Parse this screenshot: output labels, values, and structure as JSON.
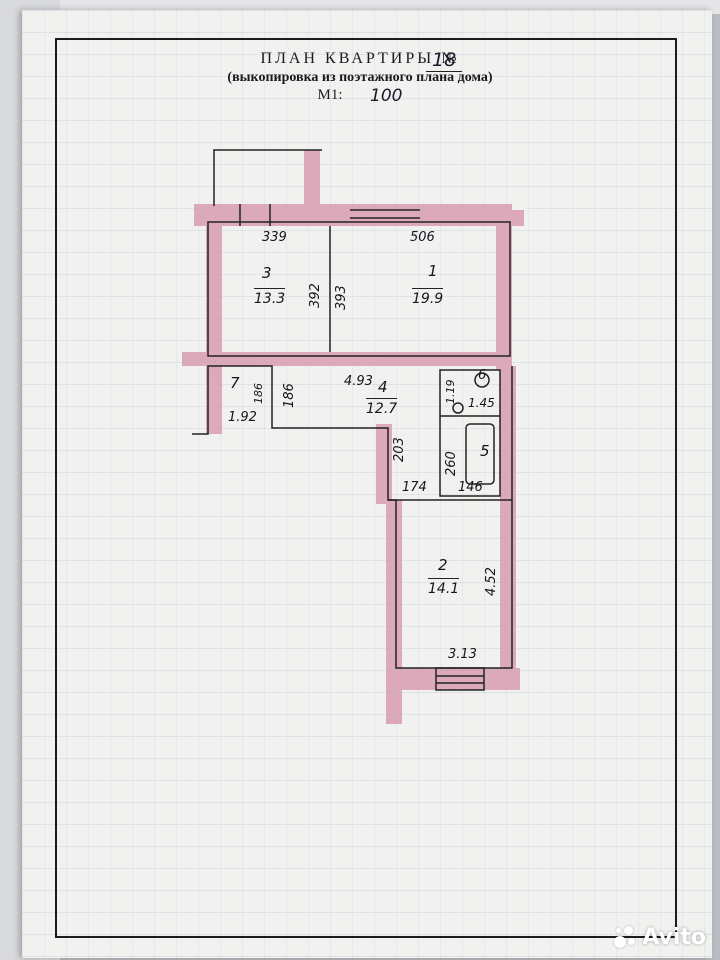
{
  "header": {
    "title": "ПЛАН КВАРТИРЫ №",
    "flat_number": "18",
    "subtitle": "(выкопировка из поэтажного плана дома)",
    "scale_prefix": "М1:",
    "scale_value": "100"
  },
  "rooms": [
    {
      "number": "1",
      "area": "19.9"
    },
    {
      "number": "2",
      "area": "14.1"
    },
    {
      "number": "3",
      "area": "13.3"
    },
    {
      "number": "4",
      "area": "12.7"
    },
    {
      "number": "5",
      "area": ""
    },
    {
      "number": "6",
      "area": ""
    },
    {
      "number": "7",
      "area": ""
    }
  ],
  "dimensions": {
    "room3_width": "339",
    "room1_width": "506",
    "room3_depth": "392",
    "room1_depth": "393",
    "hall_length": "4.93",
    "room7_a": "186",
    "room7_b": "186",
    "room7_width": "1.92",
    "corridor_depth": "203",
    "corridor_width": "174",
    "bath_depth": "260",
    "bath_width": "146",
    "wc_depth": "1.19",
    "wc_width": "1.45",
    "room2_depth": "4.52",
    "room2_width": "3.13"
  },
  "wall_color": "#d9a2b4",
  "watermark": "Avito"
}
